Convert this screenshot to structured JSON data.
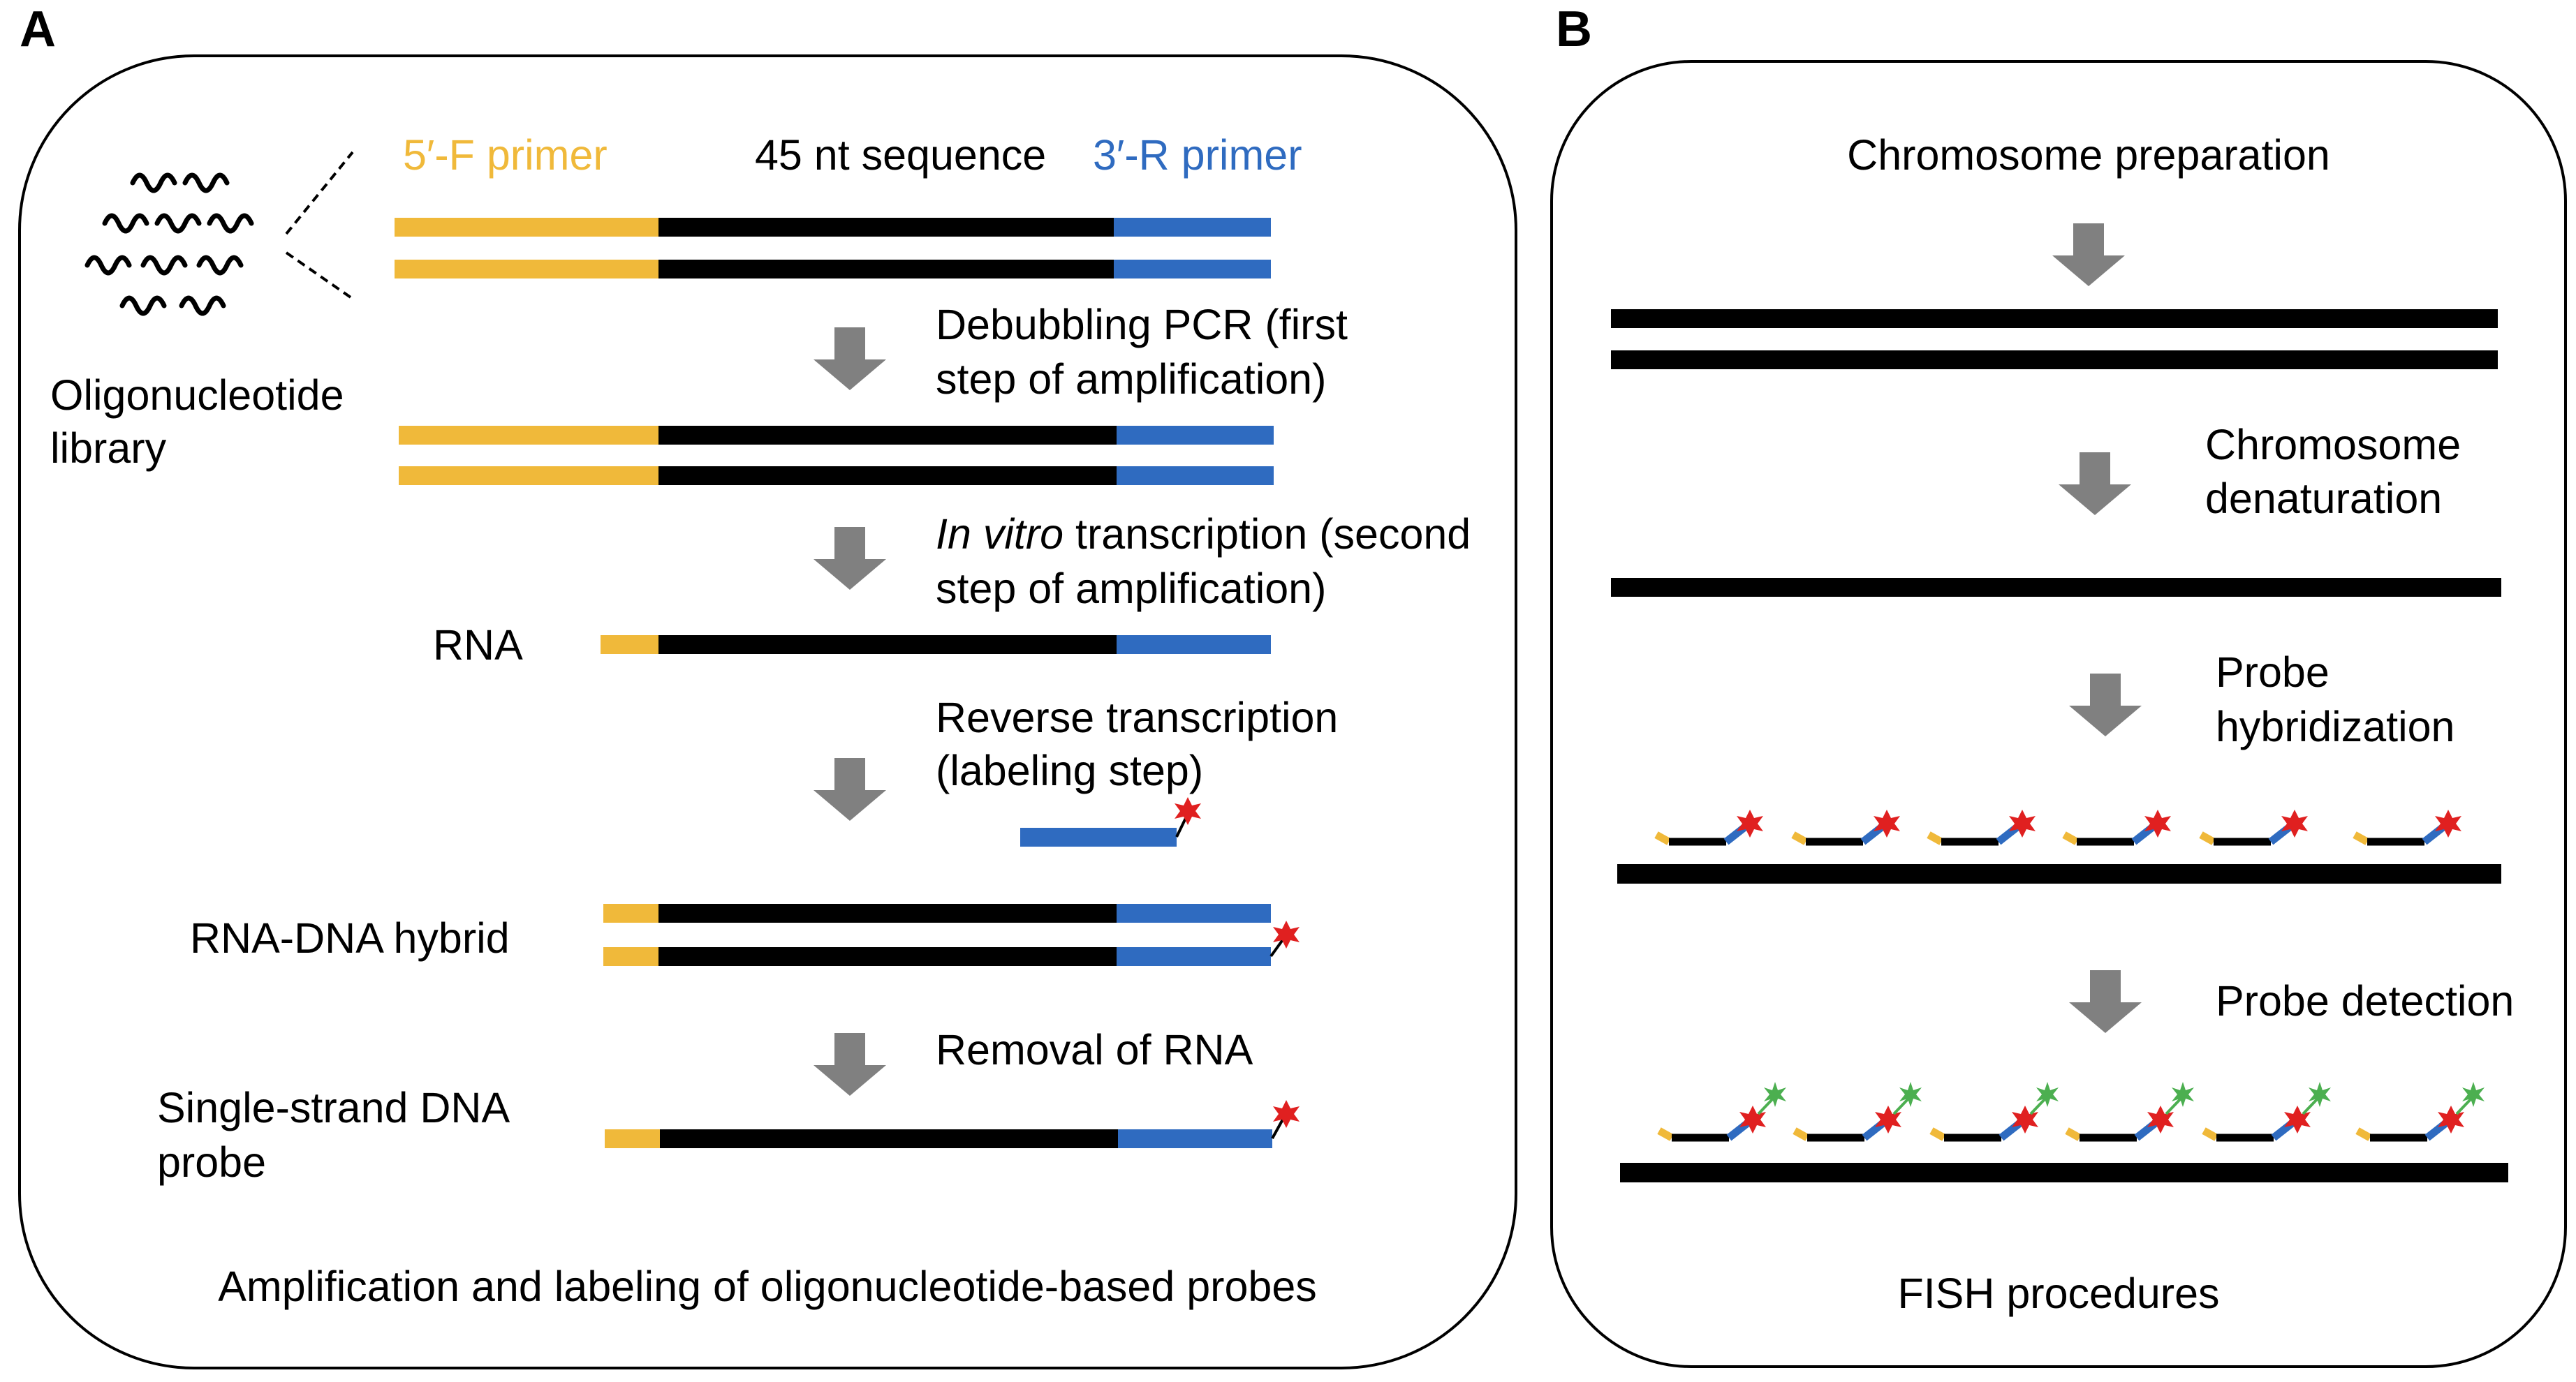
{
  "panel_a": {
    "letter": "A",
    "five_primer_label": "5′-F primer",
    "seq_label": "45 nt sequence",
    "three_primer_label": "3′-R primer",
    "library_label_line1": "Oligonucleotide",
    "library_label_line2": "library",
    "step1_line1": "Debubbling PCR (first",
    "step1_line2": "step of amplification)",
    "step2_italic": "In vitro",
    "step2_line1_rest": " transcription (second",
    "step2_line2": "step of amplification)",
    "rna_label": "RNA",
    "step3_line1": "Reverse transcription",
    "step3_line2": "(labeling step)",
    "hybrid_label": "RNA-DNA hybrid",
    "step4_label": "Removal of RNA",
    "ssdna_line1": "Single-strand DNA",
    "ssdna_line2": "probe",
    "caption": "Amplification and labeling of oligonucleotide-based probes"
  },
  "panel_b": {
    "letter": "B",
    "step1_label": "Chromosome preparation",
    "step2_line1": "Chromosome",
    "step2_line2": "denaturation",
    "step3_line1": "Probe",
    "step3_line2": "hybridization",
    "step4_label": "Probe detection",
    "caption": "FISH procedures"
  },
  "colors": {
    "primer_5": "#F0B93A",
    "primer_3": "#2F6BC0",
    "sequence": "#000000",
    "arrow": "#808080",
    "label_dot": "#E02020",
    "fluor": "#4CAF50"
  }
}
